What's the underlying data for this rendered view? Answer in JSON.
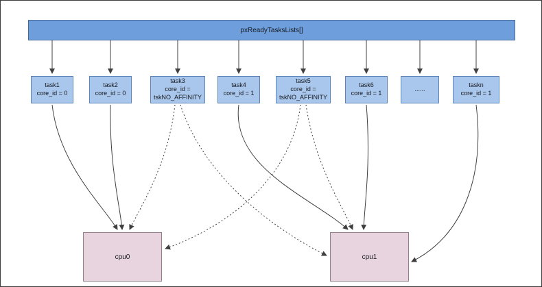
{
  "diagram": {
    "root": {
      "label": "pxReadyTasksLists[]"
    },
    "tasks": [
      {
        "id": "task1",
        "name": "task1",
        "core": "core_id = 0"
      },
      {
        "id": "task2",
        "name": "task2",
        "core": "core_id = 0"
      },
      {
        "id": "task3",
        "name": "task3",
        "core": "core_id =",
        "core2": "tskNO_AFFINITY"
      },
      {
        "id": "task4",
        "name": "task4",
        "core": "core_id = 1"
      },
      {
        "id": "task5",
        "name": "task5",
        "core": "core_id =",
        "core2": "tskNO_AFFINITY"
      },
      {
        "id": "task6",
        "name": "task6",
        "core": "core_id = 1"
      },
      {
        "id": "ellipsis",
        "name": "......",
        "core": ""
      },
      {
        "id": "taskn",
        "name": "taskn",
        "core": "core_id = 1"
      }
    ],
    "cpus": [
      {
        "label": "cpu0"
      },
      {
        "label": "cpu1"
      }
    ],
    "edges": [
      {
        "from": "task1",
        "to": "cpu0",
        "style": "solid"
      },
      {
        "from": "task2",
        "to": "cpu0",
        "style": "solid"
      },
      {
        "from": "task3",
        "to": "cpu0",
        "style": "dashed"
      },
      {
        "from": "task3",
        "to": "cpu1",
        "style": "dashed"
      },
      {
        "from": "task4",
        "to": "cpu1",
        "style": "solid"
      },
      {
        "from": "task5",
        "to": "cpu0",
        "style": "dashed"
      },
      {
        "from": "task5",
        "to": "cpu1",
        "style": "dashed"
      },
      {
        "from": "task6",
        "to": "cpu1",
        "style": "solid"
      },
      {
        "from": "taskn",
        "to": "cpu1",
        "style": "solid"
      }
    ],
    "colors": {
      "header_fill": "#6e9fdc",
      "header_border": "#46699b",
      "task_fill": "#a9c7ec",
      "task_border": "#5d84b8",
      "cpu_fill": "#e8d4df",
      "cpu_border": "#927f89",
      "line": "#3f3f3f"
    }
  }
}
